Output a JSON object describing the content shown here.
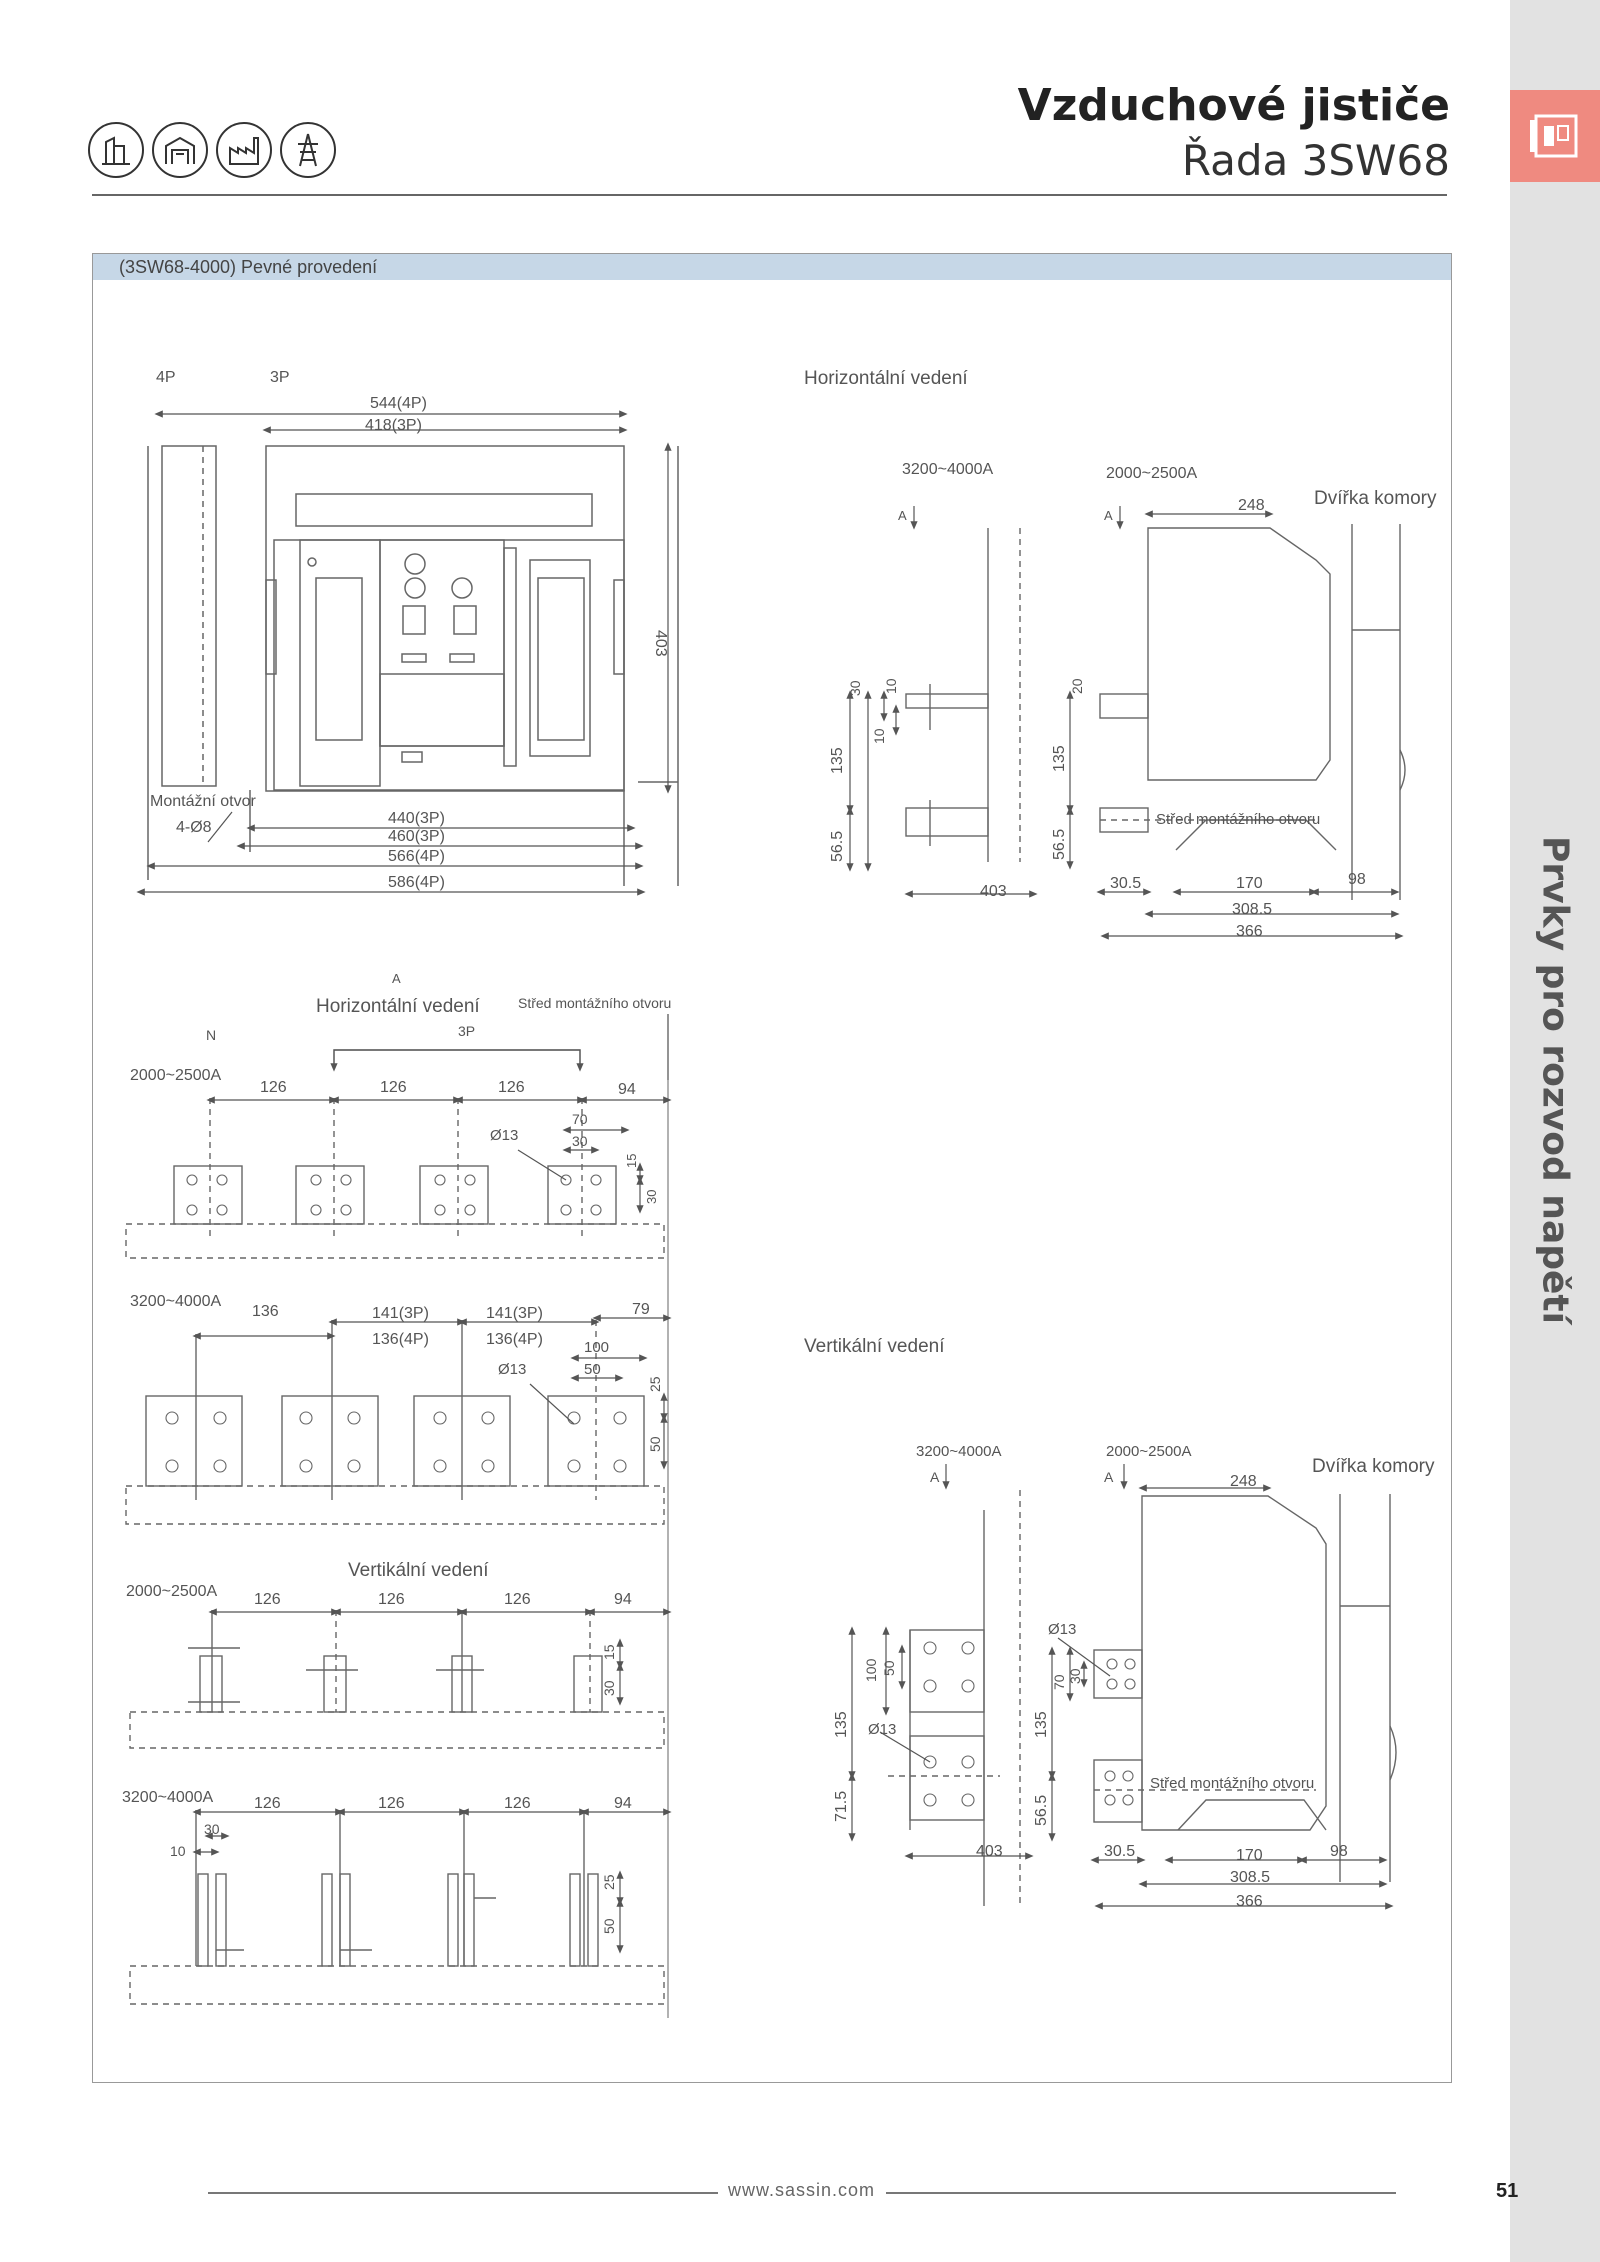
{
  "header": {
    "title": "Vzduchové jističe",
    "subtitle": "Řada 3SW68"
  },
  "side_label": "Prvky pro rozvod napětí",
  "panel": {
    "title": "(3SW68-4000) Pevné provedení"
  },
  "front_view": {
    "pole_4p": "4P",
    "pole_3p": "3P",
    "dim_top_4p": "544(4P)",
    "dim_top_3p": "418(3P)",
    "dim_height": "403",
    "mount_label": "Montážní otvor",
    "mount_holes": "4-Ø8",
    "dim_b1": "440(3P)",
    "dim_b2": "460(3P)",
    "dim_b3": "566(4P)",
    "dim_b4": "586(4P)"
  },
  "side_horizontal": {
    "title": "Horizontální vedení",
    "rating_a": "3200~4000A",
    "rating_b": "2000~2500A",
    "arrow_a": "A",
    "door_label": "Dvířka komory",
    "d248": "248",
    "d30": "30",
    "d10a": "10",
    "d10b": "10",
    "d20": "20",
    "d135a": "135",
    "d135b": "135",
    "d565a": "56.5",
    "d565b": "56.5",
    "d403": "403",
    "center_label": "Střed montážního otvoru",
    "d305": "30.5",
    "d170": "170",
    "d98": "98",
    "d3085": "308.5",
    "d366": "366"
  },
  "bus_horizontal": {
    "arrow_a": "A",
    "title": "Horizontální vedení",
    "center_label": "Střed montážního otvoru",
    "n_label": "N",
    "p3_label": "3P",
    "row1": {
      "rating": "2000~2500A",
      "d1": "126",
      "d2": "126",
      "d3": "126",
      "d4": "94",
      "d70": "70",
      "d30": "30",
      "hole": "Ø13",
      "d15": "15",
      "d30v": "30"
    },
    "row2": {
      "rating": "3200~4000A",
      "d1": "136",
      "d2a": "141(3P)",
      "d2b": "136(4P)",
      "d3": "141(3P)",
      "d4": "79",
      "d100": "100",
      "d50": "50",
      "hole": "Ø13",
      "d25": "25",
      "d50v": "50"
    }
  },
  "bus_vertical": {
    "title": "Vertikální vedení",
    "row1": {
      "rating": "2000~2500A",
      "d1": "126",
      "d2": "126",
      "d3": "126",
      "d4": "94",
      "d15": "15",
      "d30": "30"
    },
    "row2": {
      "rating": "3200~4000A",
      "d1": "126",
      "d2": "126",
      "d3": "126",
      "d4": "94",
      "d10": "10",
      "d30": "30",
      "d25": "25",
      "d50": "50"
    }
  },
  "side_vertical": {
    "title": "Vertikální vedení",
    "rating_a": "3200~4000A",
    "rating_b": "2000~2500A",
    "arrow_a": "A",
    "arrow_b": "A",
    "door_label": "Dvířka komory",
    "d248": "248",
    "d100": "100",
    "d50": "50",
    "d135a": "135",
    "d715": "71.5",
    "hole_a": "Ø13",
    "hole_b": "Ø13",
    "d70": "70",
    "d30": "30",
    "d135b": "135",
    "d565": "56.5",
    "d403": "403",
    "center_label": "Střed montážního otvoru",
    "d305": "30.5",
    "d170": "170",
    "d98": "98",
    "d3085": "308.5",
    "d366": "366"
  },
  "footer": {
    "url": "www.sassin.com",
    "page": "51"
  }
}
